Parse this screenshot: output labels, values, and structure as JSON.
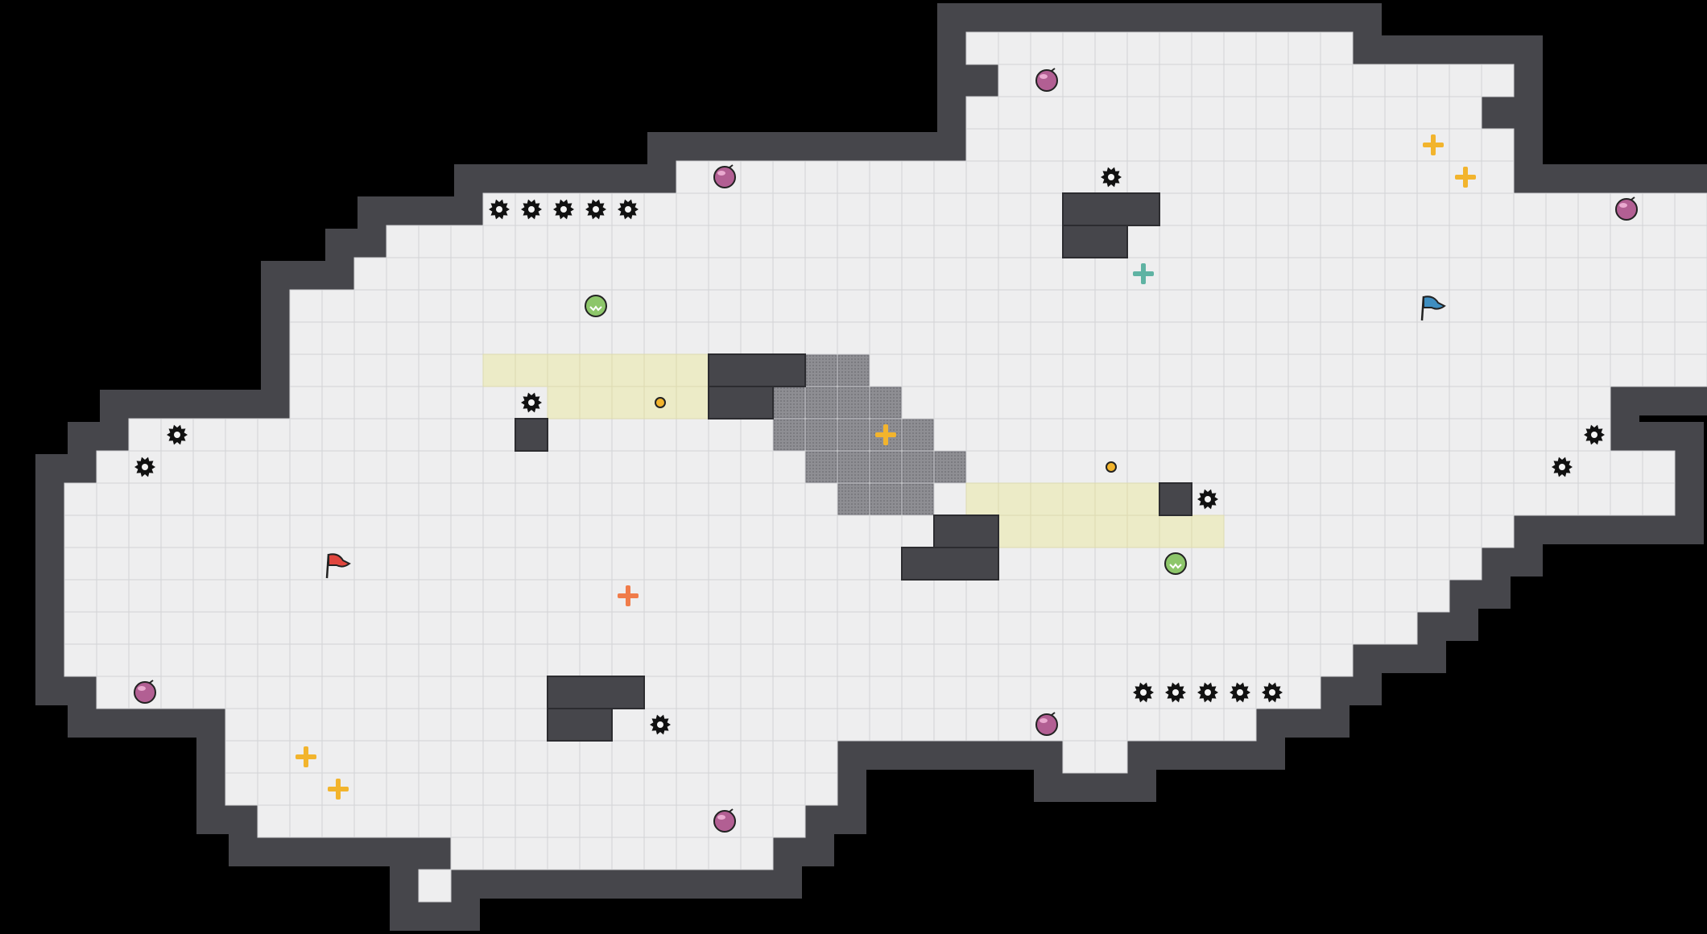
{
  "level": {
    "grid": {
      "cols": 51,
      "rows": 27
    },
    "floor_rows": [
      [
        [
          29,
          39
        ],
        [
          40,
          40
        ]
      ],
      [
        [
          30,
          38
        ],
        [
          39,
          45
        ]
      ],
      [
        [
          29,
          44
        ]
      ],
      [
        [
          29,
          45
        ]
      ],
      [
        [
          20,
          28
        ],
        [
          29,
          45
        ]
      ],
      [
        [
          14,
          19
        ],
        [
          20,
          51
        ]
      ],
      [
        [
          11,
          51
        ]
      ],
      [
        [
          10,
          51
        ]
      ],
      [
        [
          8,
          51
        ]
      ],
      [
        [
          8,
          51
        ]
      ],
      [
        [
          8,
          51
        ]
      ],
      [
        [
          8,
          48
        ]
      ],
      [
        [
          3,
          48
        ]
      ],
      [
        [
          2,
          50
        ]
      ],
      [
        [
          1,
          50
        ]
      ],
      [
        [
          1,
          45
        ]
      ],
      [
        [
          1,
          44
        ]
      ],
      [
        [
          1,
          43
        ]
      ],
      [
        [
          1,
          42
        ]
      ],
      [
        [
          1,
          40
        ]
      ],
      [
        [
          2,
          39
        ]
      ],
      [
        [
          6,
          37
        ]
      ],
      [
        [
          6,
          24
        ],
        [
          32,
          33
        ]
      ],
      [
        [
          6,
          24
        ]
      ],
      [
        [
          7,
          23
        ]
      ],
      [
        [
          13,
          22
        ]
      ],
      [
        [
          12,
          12
        ]
      ]
    ],
    "wall_blocks": [
      {
        "row": 10,
        "c0": 21,
        "c1": 23
      },
      {
        "row": 11,
        "c0": 21,
        "c1": 22
      },
      {
        "row": 12,
        "c0": 15,
        "c1": 15
      },
      {
        "row": 14,
        "c0": 35,
        "c1": 35
      },
      {
        "row": 15,
        "c0": 28,
        "c1": 29
      },
      {
        "row": 16,
        "c0": 27,
        "c1": 29
      },
      {
        "row": 5,
        "c0": 32,
        "c1": 34
      },
      {
        "row": 6,
        "c0": 32,
        "c1": 33
      },
      {
        "row": 20,
        "c0": 16,
        "c1": 18
      },
      {
        "row": 21,
        "c0": 16,
        "c1": 17
      }
    ],
    "pad_cells": [
      [
        10,
        14
      ],
      [
        10,
        15
      ],
      [
        10,
        16
      ],
      [
        10,
        17
      ],
      [
        10,
        18
      ],
      [
        10,
        19
      ],
      [
        10,
        20
      ],
      [
        11,
        16
      ],
      [
        11,
        17
      ],
      [
        11,
        18
      ],
      [
        11,
        19
      ],
      [
        11,
        20
      ],
      [
        11,
        21
      ],
      [
        14,
        29
      ],
      [
        14,
        30
      ],
      [
        14,
        31
      ],
      [
        14,
        32
      ],
      [
        14,
        33
      ],
      [
        14,
        34
      ],
      [
        15,
        30
      ],
      [
        15,
        31
      ],
      [
        15,
        32
      ],
      [
        15,
        33
      ],
      [
        15,
        34
      ],
      [
        15,
        35
      ],
      [
        15,
        36
      ]
    ],
    "metal_cells": [
      [
        10,
        23
      ],
      [
        10,
        24
      ],
      [
        10,
        25
      ],
      [
        11,
        22
      ],
      [
        11,
        23
      ],
      [
        11,
        24
      ],
      [
        11,
        25
      ],
      [
        11,
        26
      ],
      [
        12,
        23
      ],
      [
        12,
        24
      ],
      [
        12,
        25
      ],
      [
        12,
        26
      ],
      [
        12,
        27
      ],
      [
        13,
        24
      ],
      [
        13,
        25
      ],
      [
        13,
        26
      ],
      [
        13,
        27
      ],
      [
        13,
        28
      ],
      [
        14,
        25
      ],
      [
        14,
        26
      ],
      [
        14,
        27
      ]
    ],
    "spike_cells": [
      [
        5,
        14
      ],
      [
        5,
        15
      ],
      [
        5,
        16
      ],
      [
        5,
        17
      ],
      [
        5,
        18
      ],
      [
        4,
        33
      ],
      [
        11,
        15
      ],
      [
        12,
        4
      ],
      [
        13,
        3
      ],
      [
        13,
        47
      ],
      [
        12,
        48
      ],
      [
        14,
        36
      ],
      [
        20,
        34
      ],
      [
        20,
        35
      ],
      [
        20,
        36
      ],
      [
        20,
        37
      ],
      [
        20,
        38
      ],
      [
        21,
        19
      ]
    ],
    "orbs": [
      [
        1,
        31
      ],
      [
        4,
        21
      ],
      [
        5,
        49
      ],
      [
        20,
        3
      ],
      [
        21,
        31
      ],
      [
        24,
        21
      ]
    ],
    "green_tokens": [
      [
        8,
        17
      ],
      [
        16,
        35
      ]
    ],
    "coins": [
      [
        11,
        19
      ],
      [
        13,
        33
      ]
    ],
    "plus_markers": [
      {
        "cell": [
          3,
          43
        ],
        "color": "#f2b42d"
      },
      {
        "cell": [
          4,
          44
        ],
        "color": "#f2b42d"
      },
      {
        "cell": [
          12,
          26
        ],
        "color": "#f2b42d"
      },
      {
        "cell": [
          7,
          34
        ],
        "color": "#5fb3a3"
      },
      {
        "cell": [
          17,
          18
        ],
        "color": "#f07c4a"
      },
      {
        "cell": [
          22,
          8
        ],
        "color": "#f2b42d"
      },
      {
        "cell": [
          23,
          9
        ],
        "color": "#f2b42d"
      }
    ],
    "flags": [
      {
        "cell": [
          8,
          43
        ],
        "color": "#3f8ec0",
        "name": "blue-flag"
      },
      {
        "cell": [
          16,
          9
        ],
        "color": "#e0463e",
        "name": "red-flag"
      }
    ],
    "colors": {
      "background": "#000000",
      "floor": "#eeeeef",
      "floor_line": "#d2d3d6",
      "wall": "#46464b",
      "wall_edge": "#2c2c30",
      "pad": "#ecebc7",
      "metal": "#8e8e93",
      "orb": "#b25f93",
      "green": "#8dc66a"
    }
  }
}
